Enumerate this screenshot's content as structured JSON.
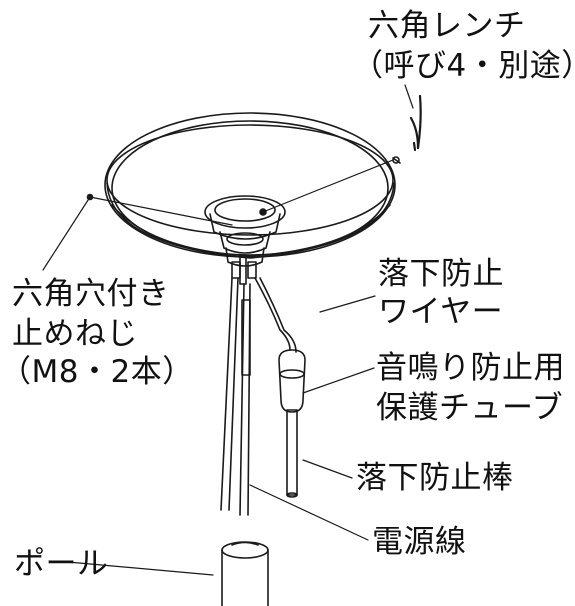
{
  "labels": {
    "hex_wrench_line1": "六角レンチ",
    "hex_wrench_line2": "（呼び4・別途）",
    "socket_screw_line1": "六角穴付き",
    "socket_screw_line2": "止めねじ",
    "socket_screw_line3": "（M8・2本）",
    "fall_wire_line1": "落下防止",
    "fall_wire_line2": "ワイヤー",
    "tube_line1": "音鳴り防止用",
    "tube_line2": "保護チューブ",
    "fall_bar": "落下防止棒",
    "power_cable": "電源線",
    "pole": "ポール"
  },
  "colors": {
    "line": "#1a1a1a",
    "text": "#111111",
    "background": "#ffffff"
  }
}
